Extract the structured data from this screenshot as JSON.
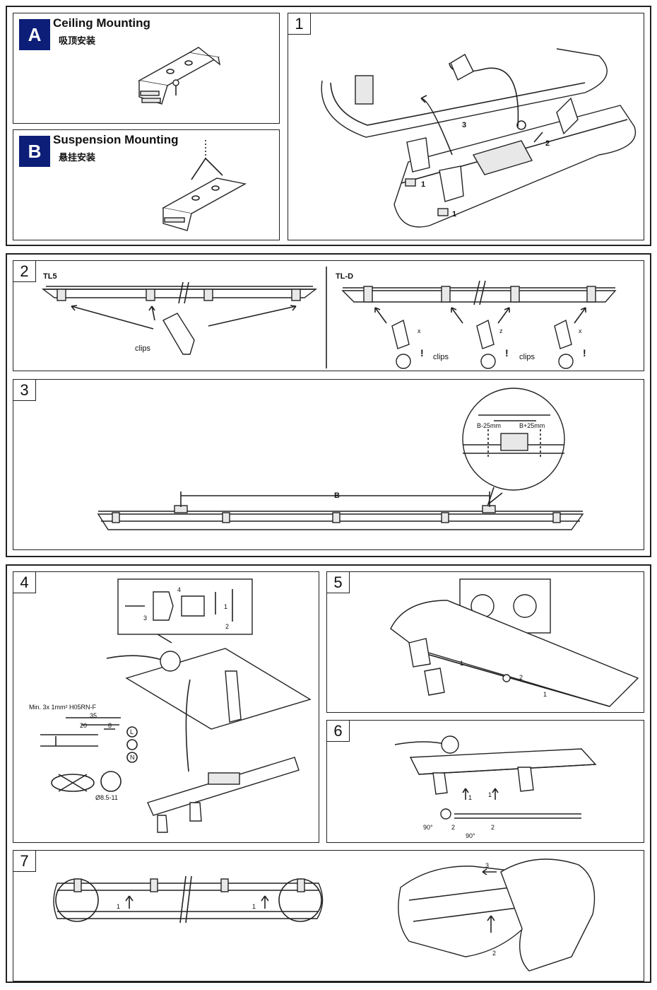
{
  "panel_a": {
    "letter": "A",
    "title_en": "Ceiling Mounting",
    "title_cn": "吸顶安装"
  },
  "panel_b": {
    "letter": "B",
    "title_en": "Suspension Mounting",
    "title_cn": "悬挂安装"
  },
  "step1": {
    "number": "1",
    "callouts": [
      "3",
      "2",
      "1",
      "1"
    ]
  },
  "step2": {
    "number": "2",
    "left_label": "TL5",
    "right_label": "TL-D",
    "clips": "clips",
    "x_label": "x",
    "z_label": "z",
    "warn": "!"
  },
  "step3": {
    "number": "3",
    "b_label": "B",
    "minus_label": "B-25mm",
    "plus_label": "B+25mm"
  },
  "step4": {
    "number": "4",
    "cable_spec": "Min. 3x 1mm² H05RN-F",
    "dim_35": "35",
    "dim_20": "20",
    "dim_8": "8",
    "l": "L",
    "n": "N",
    "diameter": "Ø8.5-11",
    "c3": "3",
    "c4": "4",
    "c1": "1",
    "c2": "2"
  },
  "step5": {
    "number": "5",
    "c1": "1",
    "c2": "2"
  },
  "step6": {
    "number": "6",
    "c1": "1",
    "c2": "2",
    "deg": "90°"
  },
  "step7": {
    "number": "7",
    "c1": "1",
    "c2": "2",
    "c3": "3"
  },
  "colors": {
    "badge": "#0c1e78",
    "line": "#222222"
  }
}
